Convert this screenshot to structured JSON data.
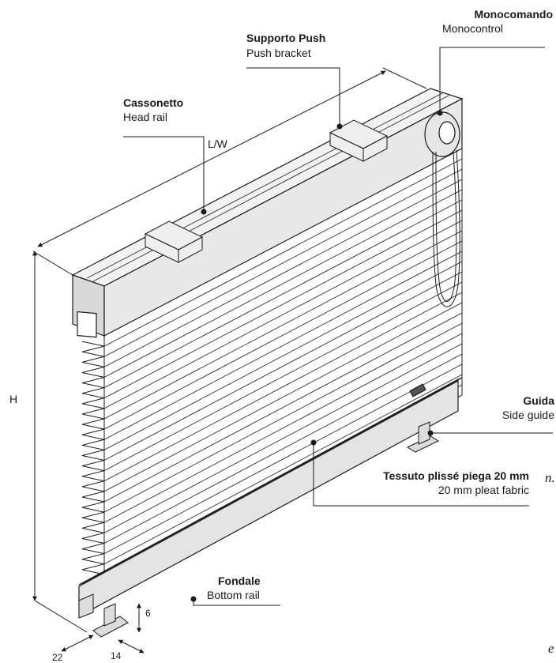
{
  "labels": {
    "monocontrol": {
      "it": "Monocomando",
      "en": "Monocontrol"
    },
    "push_bracket": {
      "it": "Supporto Push",
      "en": "Push bracket"
    },
    "head_rail": {
      "it": "Cassonetto",
      "en": "Head rail"
    },
    "side_guide": {
      "it": "Guida",
      "en": "Side guide"
    },
    "pleat_fabric": {
      "it": "Tessuto plissé piega 20 mm",
      "en": "20 mm pleat fabric"
    },
    "bottom_rail": {
      "it": "Fondale",
      "en": "Bottom rail"
    }
  },
  "dimensions": {
    "width": "L/W",
    "height": "H",
    "bracket_height": "6",
    "bracket_depth": "14",
    "bracket_width": "22"
  },
  "edge_fragments": {
    "left_mid": "n.",
    "left_bottom": "e"
  },
  "colors": {
    "line": "#1a1a1a",
    "rail_fill": "#e8e8e8",
    "fabric_fill": "#ffffff"
  }
}
